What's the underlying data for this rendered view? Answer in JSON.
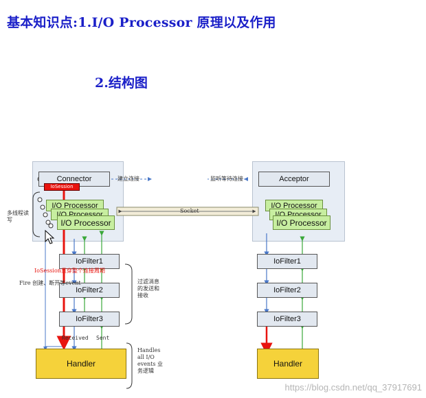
{
  "header": {
    "title": "基本知识点:1.I/O Processor 原理以及作用",
    "subtitle": "2.结构图"
  },
  "client": {
    "connector": "Connector",
    "iosession_tag": "IoSession",
    "processors": [
      "I/O Processor",
      "I/O Processor",
      "I/O Processor"
    ],
    "filters": [
      "IoFilter1",
      "IoFilter2",
      "IoFilter3"
    ],
    "handler": "Handler",
    "multithread_note": "多线程读写",
    "connect_note": "建立连接",
    "fire_note": "Fire 创建、断开等event",
    "iosession_note": "IoSession贯穿整个连接周期",
    "received_label": "Received",
    "sent_label": "Sent",
    "filter_note": "过滤消息的发送和接收",
    "handler_note": "Handles all I/O events 业务逻辑"
  },
  "server": {
    "acceptor": "Acceptor",
    "listen_note": "监听等待连接",
    "processors": [
      "I/O Processor",
      "I/O Processor",
      "I/O Processor"
    ],
    "filters": [
      "IoFilter1",
      "IoFilter2",
      "IoFilter3"
    ],
    "handler": "Handler"
  },
  "socket_label": "Socket",
  "watermark": "https://blog.csdn.net/qq_37917691",
  "colors": {
    "title": "#1a1fc8",
    "processor_fill": "#c7eea0",
    "handler_fill": "#f5d23a",
    "iosession_red": "#e8140f",
    "arrow_blue": "#4a78c8",
    "arrow_green": "#3aa83a"
  }
}
